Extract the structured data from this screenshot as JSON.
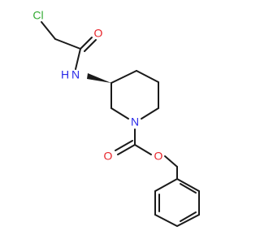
{
  "atoms": {
    "chlorine": {
      "text": "Cl",
      "color": "#33aa33"
    },
    "amide_oxygen": {
      "text": "O",
      "color": "#e8242a"
    },
    "amide_nitrogen": {
      "text": "N",
      "color": "#2a2ae8"
    },
    "amide_hydrogen": {
      "text": "H",
      "color": "#2a2ae8"
    },
    "ring_nitrogen": {
      "text": "N",
      "color": "#2a2ae8"
    },
    "carbonyl_oxygen": {
      "text": "O",
      "color": "#e8242a"
    },
    "ester_oxygen": {
      "text": "O",
      "color": "#e8242a"
    }
  },
  "bond_color": "#1a1a1a",
  "stereo": "wedge"
}
